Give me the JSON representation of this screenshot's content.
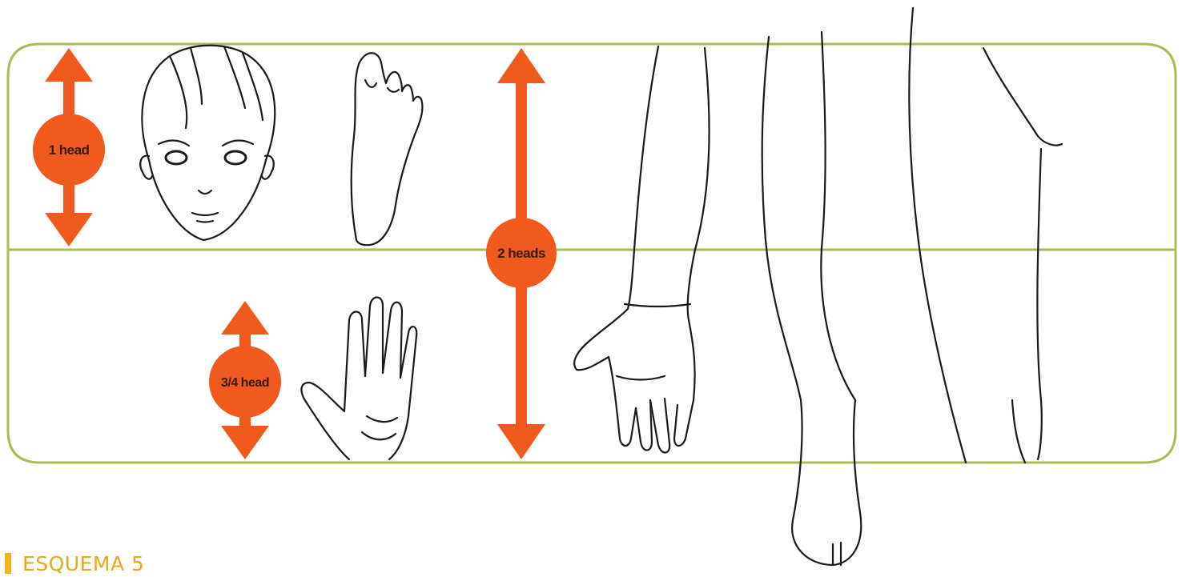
{
  "colors": {
    "frame": "#a7bc52",
    "arrow": "#f05a1e",
    "ink": "#1a1a1a",
    "caption_accent": "#f2b21c",
    "caption_text": "#e8a81a"
  },
  "labels": {
    "head": "1 head",
    "head_three_quarter": "3/4 head",
    "two_heads": "2 heads"
  },
  "caption": {
    "text": "ESQUEMA 5"
  }
}
